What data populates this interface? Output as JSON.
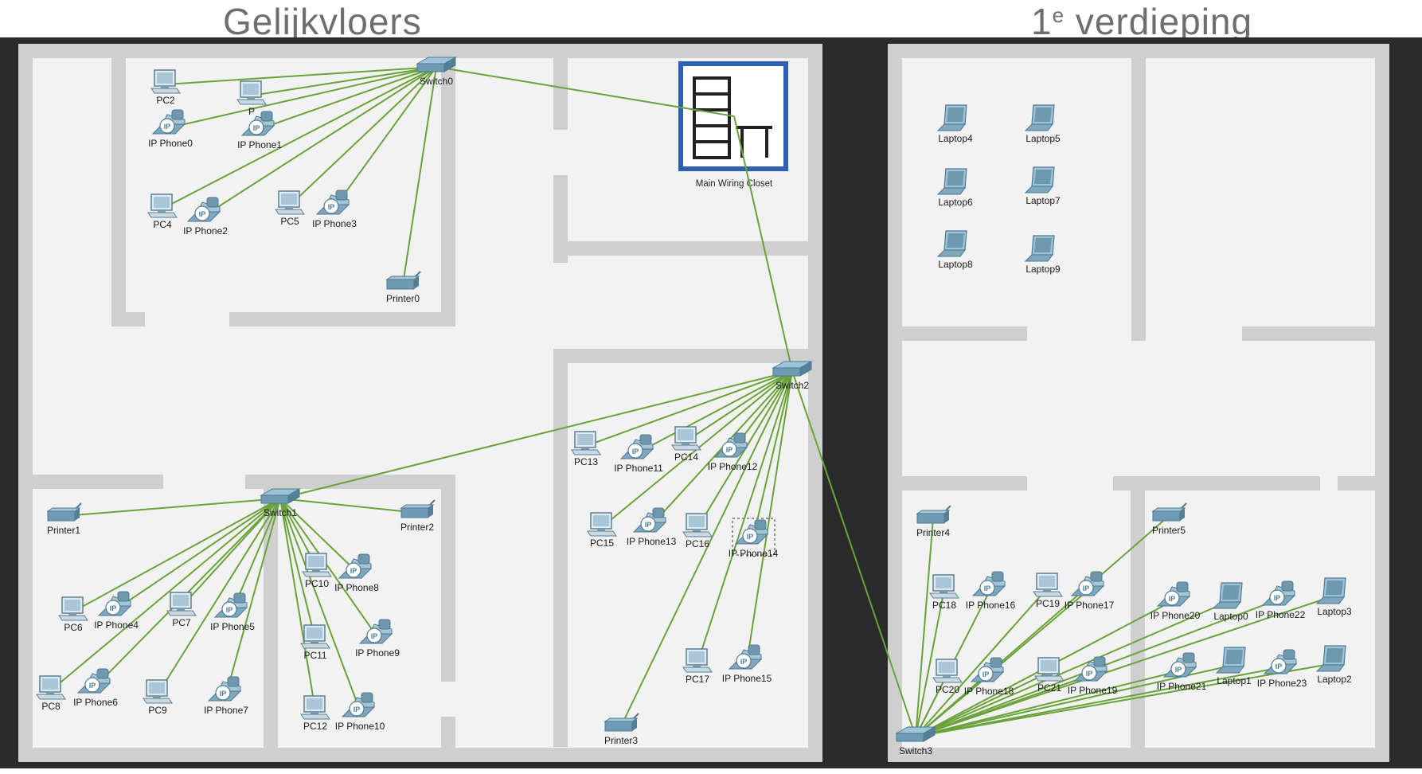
{
  "titles": {
    "ground_floor": "Gelijkvloers",
    "first_floor_number": "1",
    "first_floor_suffix": "e",
    "first_floor_word": " verdieping"
  },
  "colors": {
    "frame": "#2b2b2b",
    "room_floor": "#f2f2f2",
    "wall": "#cfcfcf",
    "link": "#6aa33a",
    "device": "#6f9bb5",
    "closet_border": "#2f5fb0"
  },
  "closet_label": "Main Wiring Closet",
  "devices": [
    {
      "id": "sw0",
      "type": "switch",
      "label": "Switch0"
    },
    {
      "id": "sw1",
      "type": "switch",
      "label": "Switch1"
    },
    {
      "id": "sw2",
      "type": "switch",
      "label": "Switch2"
    },
    {
      "id": "sw3",
      "type": "switch",
      "label": "Switch3"
    },
    {
      "id": "pc2",
      "type": "pc",
      "label": "PC2"
    },
    {
      "id": "pcx",
      "type": "pc",
      "label": "P"
    },
    {
      "id": "ph0",
      "type": "phone",
      "label": "IP Phone0"
    },
    {
      "id": "ph1",
      "type": "phone",
      "label": "IP Phone1"
    },
    {
      "id": "pc4",
      "type": "pc",
      "label": "PC4"
    },
    {
      "id": "ph2",
      "type": "phone",
      "label": "IP Phone2"
    },
    {
      "id": "pc5",
      "type": "pc",
      "label": "PC5"
    },
    {
      "id": "ph3",
      "type": "phone",
      "label": "IP Phone3"
    },
    {
      "id": "pr0",
      "type": "printer",
      "label": "Printer0"
    },
    {
      "id": "pr1",
      "type": "printer",
      "label": "Printer1"
    },
    {
      "id": "pr2",
      "type": "printer",
      "label": "Printer2"
    },
    {
      "id": "pc6",
      "type": "pc",
      "label": "PC6"
    },
    {
      "id": "ph4",
      "type": "phone",
      "label": "IP Phone4"
    },
    {
      "id": "pc7",
      "type": "pc",
      "label": "PC7"
    },
    {
      "id": "ph5",
      "type": "phone",
      "label": "IP Phone5"
    },
    {
      "id": "pc8",
      "type": "pc",
      "label": "PC8"
    },
    {
      "id": "ph6",
      "type": "phone",
      "label": "IP Phone6"
    },
    {
      "id": "pc9",
      "type": "pc",
      "label": "PC9"
    },
    {
      "id": "ph7",
      "type": "phone",
      "label": "IP Phone7"
    },
    {
      "id": "pc10",
      "type": "pc",
      "label": "PC10"
    },
    {
      "id": "ph8",
      "type": "phone",
      "label": "IP Phone8"
    },
    {
      "id": "pc11",
      "type": "pc",
      "label": "PC11"
    },
    {
      "id": "ph9",
      "type": "phone",
      "label": "IP Phone9"
    },
    {
      "id": "pc12",
      "type": "pc",
      "label": "PC12"
    },
    {
      "id": "ph10",
      "type": "phone",
      "label": "IP Phone10"
    },
    {
      "id": "pc13",
      "type": "pc",
      "label": "PC13"
    },
    {
      "id": "ph11",
      "type": "phone",
      "label": "IP Phone11"
    },
    {
      "id": "pc14",
      "type": "pc",
      "label": "PC14"
    },
    {
      "id": "ph12",
      "type": "phone",
      "label": "IP Phone12"
    },
    {
      "id": "pc15",
      "type": "pc",
      "label": "PC15"
    },
    {
      "id": "ph13",
      "type": "phone",
      "label": "IP Phone13"
    },
    {
      "id": "pc16",
      "type": "pc",
      "label": "PC16"
    },
    {
      "id": "ph14",
      "type": "phone",
      "label": "IP Phone14"
    },
    {
      "id": "pc17",
      "type": "pc",
      "label": "PC17"
    },
    {
      "id": "ph15",
      "type": "phone",
      "label": "IP Phone15"
    },
    {
      "id": "pr3",
      "type": "printer",
      "label": "Printer3"
    },
    {
      "id": "lt4",
      "type": "laptop",
      "label": "Laptop4"
    },
    {
      "id": "lt5",
      "type": "laptop",
      "label": "Laptop5"
    },
    {
      "id": "lt6",
      "type": "laptop",
      "label": "Laptop6"
    },
    {
      "id": "lt7",
      "type": "laptop",
      "label": "Laptop7"
    },
    {
      "id": "lt8",
      "type": "laptop",
      "label": "Laptop8"
    },
    {
      "id": "lt9",
      "type": "laptop",
      "label": "Laptop9"
    },
    {
      "id": "pr4",
      "type": "printer",
      "label": "Printer4"
    },
    {
      "id": "pr5",
      "type": "printer",
      "label": "Printer5"
    },
    {
      "id": "pc18",
      "type": "pc",
      "label": "PC18"
    },
    {
      "id": "ph16",
      "type": "phone",
      "label": "IP Phone16"
    },
    {
      "id": "pc19",
      "type": "pc",
      "label": "PC19"
    },
    {
      "id": "ph17",
      "type": "phone",
      "label": "IP Phone17"
    },
    {
      "id": "ph20",
      "type": "phone",
      "label": "IP Phone20"
    },
    {
      "id": "lt0",
      "type": "laptop",
      "label": "Laptop0"
    },
    {
      "id": "ph22",
      "type": "phone",
      "label": "IP Phone22"
    },
    {
      "id": "lt3",
      "type": "laptop",
      "label": "Laptop3"
    },
    {
      "id": "pc20",
      "type": "pc",
      "label": "PC20"
    },
    {
      "id": "ph18",
      "type": "phone",
      "label": "IP Phone18"
    },
    {
      "id": "pc21",
      "type": "pc",
      "label": "PC21"
    },
    {
      "id": "ph19",
      "type": "phone",
      "label": "IP Phone19"
    },
    {
      "id": "ph21",
      "type": "phone",
      "label": "IP Phone21"
    },
    {
      "id": "lt1",
      "type": "laptop",
      "label": "Laptop1"
    },
    {
      "id": "ph23",
      "type": "phone",
      "label": "IP Phone23"
    },
    {
      "id": "lt2",
      "type": "laptop",
      "label": "Laptop2"
    }
  ],
  "links": [
    [
      "sw0",
      "pc2"
    ],
    [
      "sw0",
      "pcx"
    ],
    [
      "sw0",
      "ph0"
    ],
    [
      "sw0",
      "ph1"
    ],
    [
      "sw0",
      "pc4"
    ],
    [
      "sw0",
      "ph2"
    ],
    [
      "sw0",
      "pc5"
    ],
    [
      "sw0",
      "ph3"
    ],
    [
      "sw0",
      "pr0"
    ],
    [
      "sw0",
      "closet"
    ],
    [
      "closet",
      "sw2"
    ],
    [
      "sw2",
      "sw1"
    ],
    [
      "sw2",
      "sw3"
    ],
    [
      "sw1",
      "pr1"
    ],
    [
      "sw1",
      "pr2"
    ],
    [
      "sw1",
      "pc6"
    ],
    [
      "sw1",
      "ph4"
    ],
    [
      "sw1",
      "pc7"
    ],
    [
      "sw1",
      "ph5"
    ],
    [
      "sw1",
      "pc8"
    ],
    [
      "sw1",
      "ph6"
    ],
    [
      "sw1",
      "pc9"
    ],
    [
      "sw1",
      "ph7"
    ],
    [
      "sw1",
      "pc10"
    ],
    [
      "sw1",
      "ph8"
    ],
    [
      "sw1",
      "pc11"
    ],
    [
      "sw1",
      "ph9"
    ],
    [
      "sw1",
      "pc12"
    ],
    [
      "sw1",
      "ph10"
    ],
    [
      "sw2",
      "pc13"
    ],
    [
      "sw2",
      "ph11"
    ],
    [
      "sw2",
      "pc14"
    ],
    [
      "sw2",
      "ph12"
    ],
    [
      "sw2",
      "pc15"
    ],
    [
      "sw2",
      "ph13"
    ],
    [
      "sw2",
      "pc16"
    ],
    [
      "sw2",
      "ph14"
    ],
    [
      "sw2",
      "pc17"
    ],
    [
      "sw2",
      "ph15"
    ],
    [
      "sw2",
      "pr3"
    ],
    [
      "sw3",
      "pr4"
    ],
    [
      "sw3",
      "pr5"
    ],
    [
      "sw3",
      "pc18"
    ],
    [
      "sw3",
      "ph16"
    ],
    [
      "sw3",
      "pc19"
    ],
    [
      "sw3",
      "ph17"
    ],
    [
      "sw3",
      "ph20"
    ],
    [
      "sw3",
      "lt0"
    ],
    [
      "sw3",
      "ph22"
    ],
    [
      "sw3",
      "lt3"
    ],
    [
      "sw3",
      "pc20"
    ],
    [
      "sw3",
      "ph18"
    ],
    [
      "sw3",
      "pc21"
    ],
    [
      "sw3",
      "ph19"
    ],
    [
      "sw3",
      "ph21"
    ],
    [
      "sw3",
      "lt1"
    ],
    [
      "sw3",
      "ph23"
    ],
    [
      "sw3",
      "lt2"
    ]
  ]
}
